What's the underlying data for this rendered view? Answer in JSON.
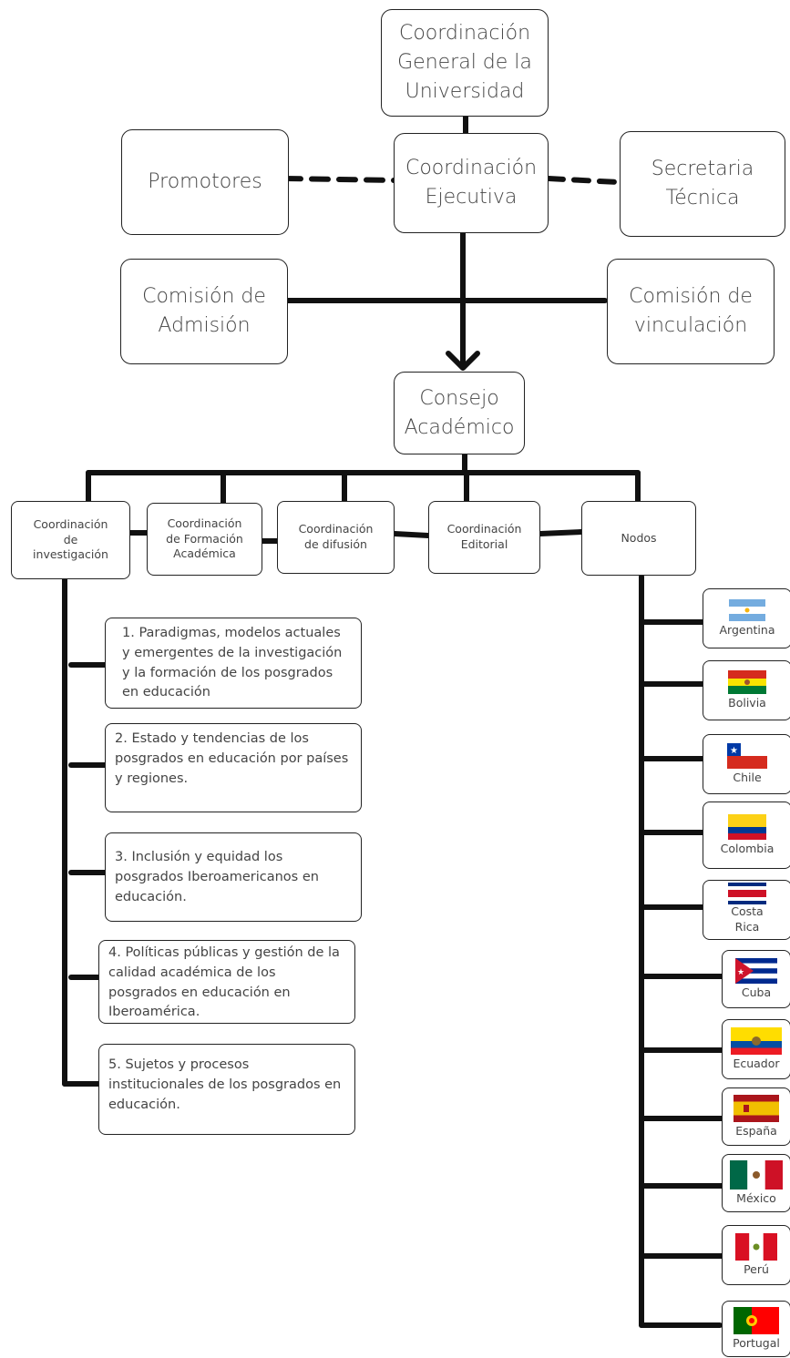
{
  "top_boxes": {
    "coord_general": "Coordinación General de la Universidad",
    "coord_ejecutiva": "Coordinación Ejecutiva",
    "promotores": "Promotores",
    "secretaria": "Secretaria Técnica",
    "comision_admision": "Comisión de Admisión",
    "comision_vinculacion": "Comisión de vinculación",
    "consejo": "Consejo Académico"
  },
  "level2": {
    "investigacion": "Coordinación de investigación",
    "formacion": "Coordinación de Formación Académica",
    "difusion": "Coordinación de difusión",
    "editorial": "Coordinación Editorial",
    "nodos": "Nodos"
  },
  "topics": [
    "1. Paradigmas, modelos actuales y emergentes de la investigación y la formación de los posgrados en educación",
    "2. Estado y tendencias de los posgrados en educación por países y regiones.",
    "3. Inclusión y equidad los posgrados Iberoamericanos en educación.",
    "4. Políticas públicas y gestión de la calidad académica de los posgrados en educación en Iberoamérica.",
    "5. Sujetos y procesos institucionales de los posgrados en educación."
  ],
  "countries": [
    "Argentina",
    "Bolivia",
    "Chile",
    "Colombia",
    "Costa Rica",
    "Cuba",
    "Ecuador",
    "España",
    "México",
    "Perú",
    "Portugal"
  ]
}
